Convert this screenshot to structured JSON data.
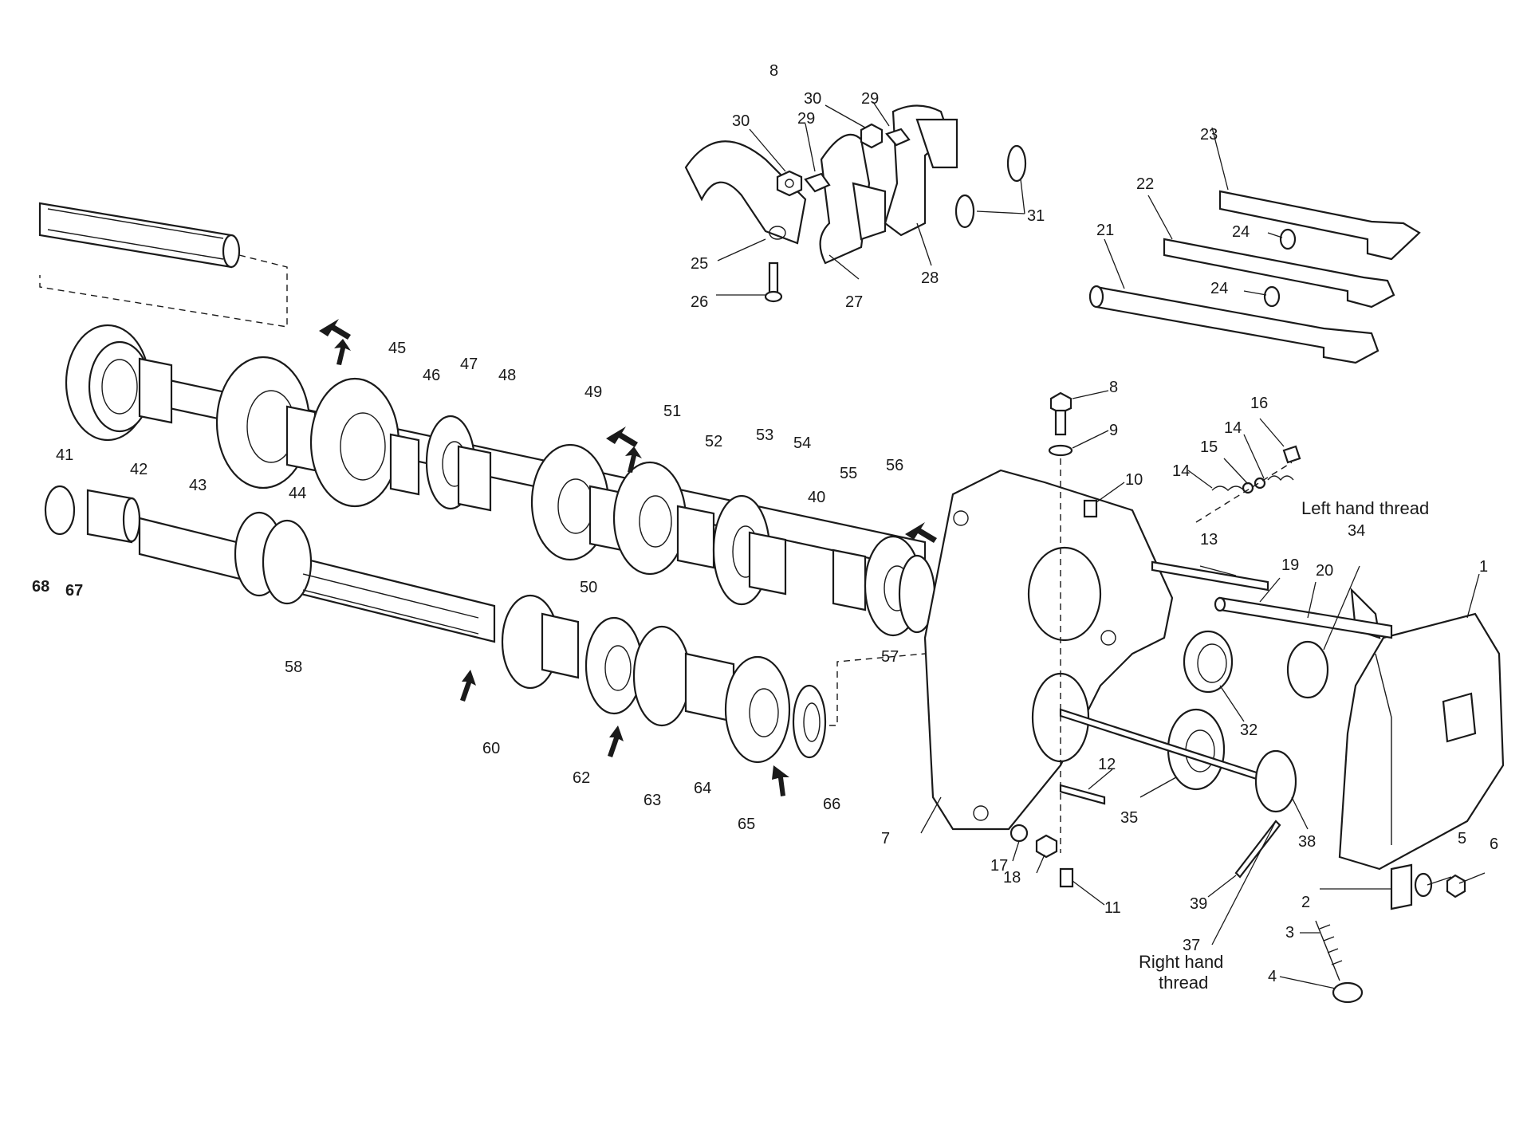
{
  "notes": {
    "left_hand_thread": "Left hand thread",
    "right_hand_thread": "Right hand",
    "right_hand_thread_2": "thread"
  },
  "labels": {
    "l1": "1",
    "l2": "2",
    "l3": "3",
    "l4": "4",
    "l5": "5",
    "l6": "6",
    "l7": "7",
    "l8a": "8",
    "l8b": "8",
    "l9": "9",
    "l10": "10",
    "l11": "11",
    "l12": "12",
    "l13": "13",
    "l14a": "14",
    "l14b": "14",
    "l15": "15",
    "l16": "16",
    "l17": "17",
    "l18": "18",
    "l19": "19",
    "l20": "20",
    "l21": "21",
    "l22": "22",
    "l23": "23",
    "l24a": "24",
    "l24b": "24",
    "l25": "25",
    "l26": "26",
    "l27": "27",
    "l28": "28",
    "l29a": "29",
    "l29b": "29",
    "l30a": "30",
    "l30b": "30",
    "l31": "31",
    "l32": "32",
    "l34": "34",
    "l35": "35",
    "l37": "37",
    "l38": "38",
    "l39": "39",
    "l40": "40",
    "l41": "41",
    "l42": "42",
    "l43": "43",
    "l44": "44",
    "l45": "45",
    "l46": "46",
    "l47": "47",
    "l48": "48",
    "l49": "49",
    "l50": "50",
    "l51": "51",
    "l52": "52",
    "l53": "53",
    "l54": "54",
    "l55": "55",
    "l56": "56",
    "l57": "57",
    "l58": "58",
    "l60": "60",
    "l62": "62",
    "l63": "63",
    "l64": "64",
    "l65": "65",
    "l66": "66",
    "l67": "67",
    "l68": "68"
  }
}
